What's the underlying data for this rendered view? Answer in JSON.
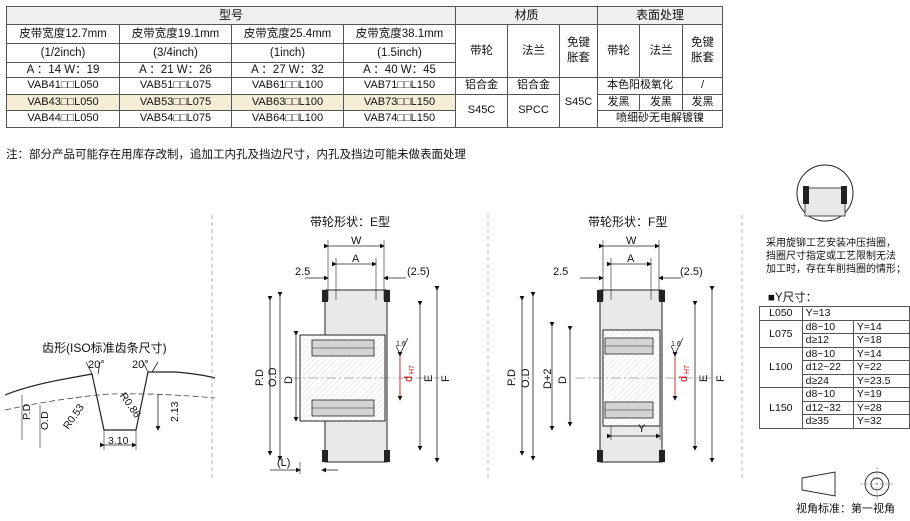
{
  "table": {
    "h_model": "型号",
    "h_material": "材质",
    "h_surface": "表面处理",
    "width_cols": [
      {
        "line1": "皮带宽度12.7mm",
        "line2": "(1/2inch)",
        "aw": "A ：14   W：19"
      },
      {
        "line1": "皮带宽度19.1mm",
        "line2": "(3/4inch)",
        "aw": "A ：21   W：26"
      },
      {
        "line1": "皮带宽度25.4mm",
        "line2": "(1inch)",
        "aw": "A ：27   W：32"
      },
      {
        "line1": "皮带宽度38.1mm",
        "line2": "(1.5inch)",
        "aw": "A ：40   W：45"
      }
    ],
    "mat_pulley": "带轮",
    "mat_flange": "法兰",
    "mat_bush_1": "免键",
    "mat_bush_2": "胀套",
    "surf_pulley": "带轮",
    "surf_flange": "法兰",
    "surf_bush_1": "免键",
    "surf_bush_2": "胀套",
    "rows": [
      [
        "VAB41□□L050",
        "VAB51□□L075",
        "VAB61□□L100",
        "VAB71□□L150"
      ],
      [
        "VAB43□□L050",
        "VAB53□□L075",
        "VAB63□□L100",
        "VAB73□□L150"
      ],
      [
        "VAB44□□L050",
        "VAB54□□L075",
        "VAB64□□L100",
        "VAB74□□L150"
      ]
    ],
    "al_pulley": "铝合金",
    "al_flange": "铝合金",
    "s45c_pulley": "S45C",
    "spcc_flange": "SPCC",
    "s45c_bush": "S45C",
    "anodize": "本色阳极氧化",
    "slash": "/",
    "black1": "发黑",
    "black2": "发黑",
    "black3": "发黑",
    "nickel": "喷细砂无电解镀镍"
  },
  "note": "注：部分产品可能存在用库存改制，追加工内孔及挡边尺寸，内孔及挡边可能未做表面处理",
  "tooth": {
    "title": "齿形(ISO标准齿条尺寸)",
    "angle_left": "20°",
    "angle_right": "20°",
    "r1": "R0.53",
    "r2": "R0.86",
    "h": "2.13",
    "w": "3.10",
    "pd": "P.D",
    "od": "O.D"
  },
  "e_type": {
    "title": "带轮形状：E型",
    "W": "W",
    "A": "A",
    "left": "2.5",
    "right": "(2.5)",
    "PD": "P.D",
    "OD": "O.D",
    "D": "D",
    "d": "d",
    "H7": "H7",
    "E": "E",
    "F": "F",
    "L": "(L)",
    "rough": "1.6"
  },
  "f_type": {
    "title": "带轮形状：F型",
    "W": "W",
    "A": "A",
    "left": "2.5",
    "right": "(2.5)",
    "PD": "P.D",
    "OD": "O.D",
    "D2": "D+2",
    "D": "D",
    "d": "d",
    "H7": "H7",
    "E": "E",
    "F": "F",
    "Y": "Y",
    "rough": "1.6"
  },
  "process_note": [
    "采用旋铆工艺安装冲压挡圈，",
    "挡圈尺寸指定或工艺限制无法",
    "加工时，存在车削挡圈的情形；"
  ],
  "y_title": "■Y尺寸：",
  "y_table": [
    {
      "key": "L050",
      "rows": [
        [
          "",
          "Y=13"
        ]
      ]
    },
    {
      "key": "L075",
      "rows": [
        [
          "d8~10",
          "Y=14"
        ],
        [
          "d≥12",
          "Y=18"
        ]
      ]
    },
    {
      "key": "L100",
      "rows": [
        [
          "d8~10",
          "Y=14"
        ],
        [
          "d12~22",
          "Y=22"
        ],
        [
          "d≥24",
          "Y=23.5"
        ]
      ]
    },
    {
      "key": "L150",
      "rows": [
        [
          "d8~10",
          "Y=19"
        ],
        [
          "d12~32",
          "Y=28"
        ],
        [
          "d≥35",
          "Y=32"
        ]
      ]
    }
  ],
  "view_standard": "视角标准：第一视角"
}
